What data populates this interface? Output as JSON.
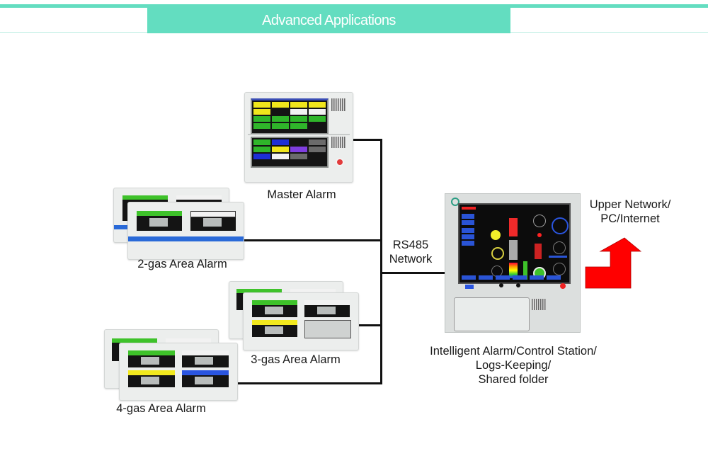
{
  "header": {
    "title": "Advanced Applications",
    "accent_color": "#63ddc0"
  },
  "devices": {
    "master_alarm": {
      "label": "Master Alarm"
    },
    "two_gas": {
      "label": "2-gas Area Alarm"
    },
    "three_gas": {
      "label": "3-gas Area Alarm"
    },
    "four_gas": {
      "label": "4-gas Area Alarm"
    },
    "station": {
      "label_lines": [
        "Intelligent Alarm/Control Station/",
        "Logs-Keeping/",
        "Shared folder"
      ]
    }
  },
  "network": {
    "label_lines": [
      "RS485",
      "Network"
    ],
    "wire_color": "#111111"
  },
  "upper": {
    "label_lines": [
      "Upper Network/",
      "PC/Internet"
    ],
    "arrow_color": "#ff0000"
  }
}
